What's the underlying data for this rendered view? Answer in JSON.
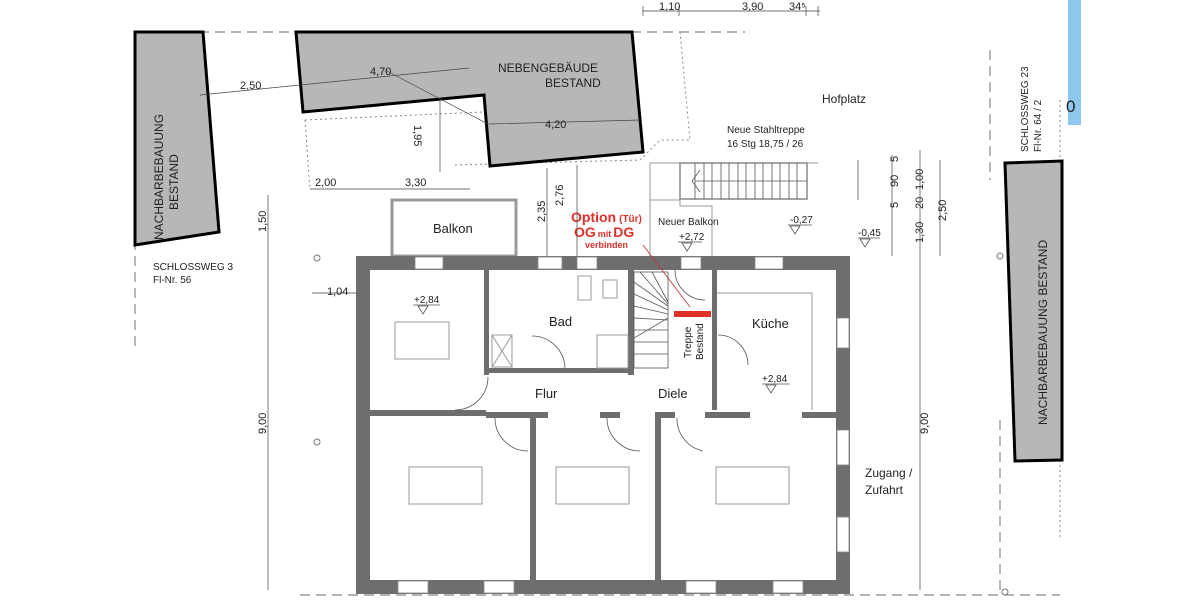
{
  "plan": {
    "buildings": {
      "neighbor_left": [
        "NACHBARBEBAUUNG",
        "BESTAND"
      ],
      "outbuilding": [
        "NEBENGEBÄUDE",
        "BESTAND"
      ],
      "neighbor_right": "NACHBARBEBAUUNG  BESTAND"
    },
    "parcels": {
      "left": [
        "SCHLOSSWEG 3",
        "Fl-Nr. 56"
      ],
      "right": [
        "SCHLOSSWEG 23",
        "Fl-Nr. 64 / 2"
      ]
    },
    "areas": {
      "courtyard": "Hofplatz",
      "new_stair": [
        "Neue Stahltreppe",
        "16 Stg 18,75 / 26"
      ],
      "access": [
        "Zugang /",
        "Zufahrt"
      ]
    },
    "rooms": {
      "balcony": "Balkon",
      "new_balcony": "Neuer Balkon",
      "bathroom": "Bad",
      "hallway": "Flur",
      "vestibule": "Diele",
      "kitchen": "Küche",
      "stair_existing": [
        "Treppe",
        "Bestand"
      ]
    },
    "annotation": {
      "line1a": "Option",
      "line1b": "(Tür)",
      "line2a": "OG",
      "line2b": "mit",
      "line2c": "DG",
      "line3": "verbinden",
      "color": "#e0302a"
    },
    "elevations": {
      "left_room": "+2,84",
      "kitchen": "+2,84",
      "new_balcony": "+2,72",
      "yard_upper": "-0,27",
      "yard_lower": "-0,45"
    },
    "dimensions": {
      "top_1": "1,10",
      "top_2": "3,90",
      "top_3": "34⁵",
      "d_250": "2,50",
      "d_470": "4,70",
      "d_420": "4,20",
      "d_195": "1,95",
      "d_200": "2,00",
      "d_330": "3,30",
      "d_235": "2,35",
      "d_276": "2,76",
      "d_150": "1,50",
      "d_104": "1,04",
      "d_900_left": "9,00",
      "d_900_right": "9,00",
      "r_5a": "5",
      "r_90": "90",
      "r_5b": "5",
      "r_100": "1,00",
      "r_20": "20",
      "r_130": "1,30",
      "r_250": "2,50"
    },
    "edge_glyph": "0"
  }
}
